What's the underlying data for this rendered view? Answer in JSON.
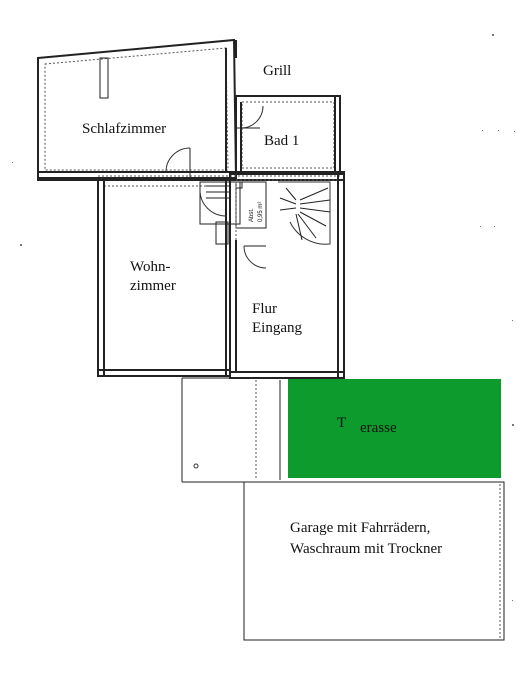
{
  "rooms": {
    "schlafzimmer": "Schlafzimmer",
    "grill": "Grill",
    "bad": "Bad 1",
    "wohn_line1": "Wohn-",
    "wohn_line2": "zimmer",
    "flur_line1": "Flur",
    "flur_line2": "Eingang",
    "terrasse_letter": "T",
    "terrasse_rest": "erasse",
    "garage_line1": "Garage mit Fahrrädern,",
    "garage_line2": "Waschraum mit Trockner"
  },
  "annotations": {
    "abst_line1": "Abst.",
    "abst_line2": "0,95 m²"
  },
  "colors": {
    "terrasse_fill": "#0c9b2c",
    "walls": "#222222",
    "background": "#ffffff"
  }
}
